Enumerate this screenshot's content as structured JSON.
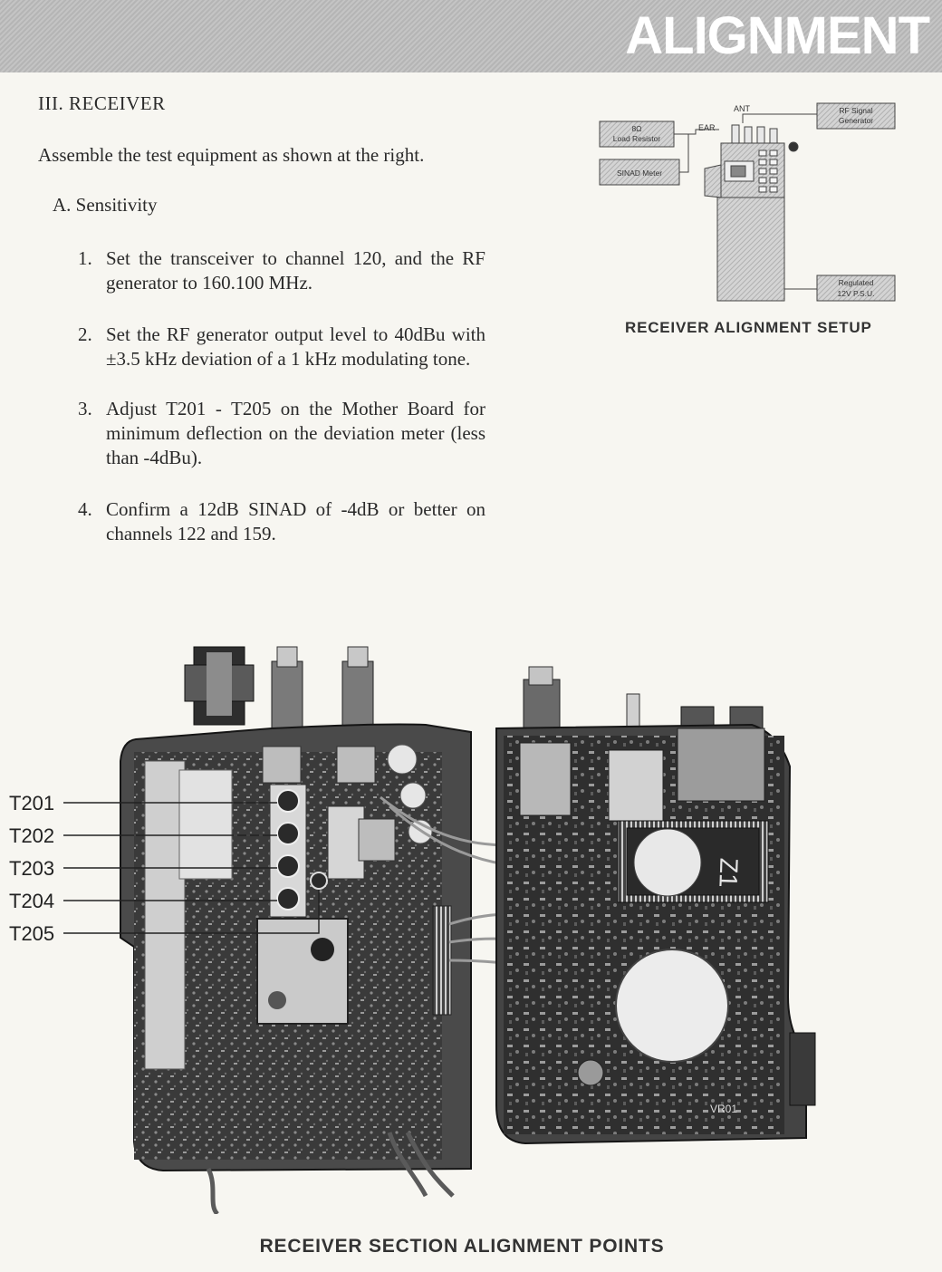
{
  "header": {
    "title": "ALIGNMENT"
  },
  "section": {
    "heading": "III. RECEIVER",
    "intro": "Assemble the test equipment as shown at the right.",
    "sub_heading": "A. Sensitivity",
    "steps": [
      {
        "num": "1.",
        "text": "Set the transceiver to channel 120, and the RF generator to 160.100 MHz."
      },
      {
        "num": "2.",
        "text": "Set the RF generator output level to 40dBu with ±3.5 kHz deviation of a 1 kHz modulating tone."
      },
      {
        "num": "3.",
        "text": "Adjust T201 - T205 on the Mother Board for minimum deflection on the deviation meter (less than -4dBu)."
      },
      {
        "num": "4.",
        "text": "Confirm a 12dB SINAD of -4dB or better on channels 122 and 159."
      }
    ]
  },
  "setup_diagram": {
    "boxes": {
      "load_line1": "8Ω",
      "load_line2": "Load Resistor",
      "sinad": "SINAD Meter",
      "rf_line1": "RF Signal",
      "rf_line2": "Generator",
      "psu_line1": "Regulated",
      "psu_line2": "12V P.S.U."
    },
    "jacks": {
      "ant": "ANT",
      "ear": "EAR"
    },
    "caption": "RECEIVER ALIGNMENT SETUP"
  },
  "photo": {
    "test_points": [
      "T201",
      "T202",
      "T203",
      "T204",
      "T205"
    ],
    "board_markings": {
      "z1": "Z1",
      "vr01": "VR01"
    },
    "caption": "RECEIVER SECTION ALIGNMENT POINTS"
  }
}
